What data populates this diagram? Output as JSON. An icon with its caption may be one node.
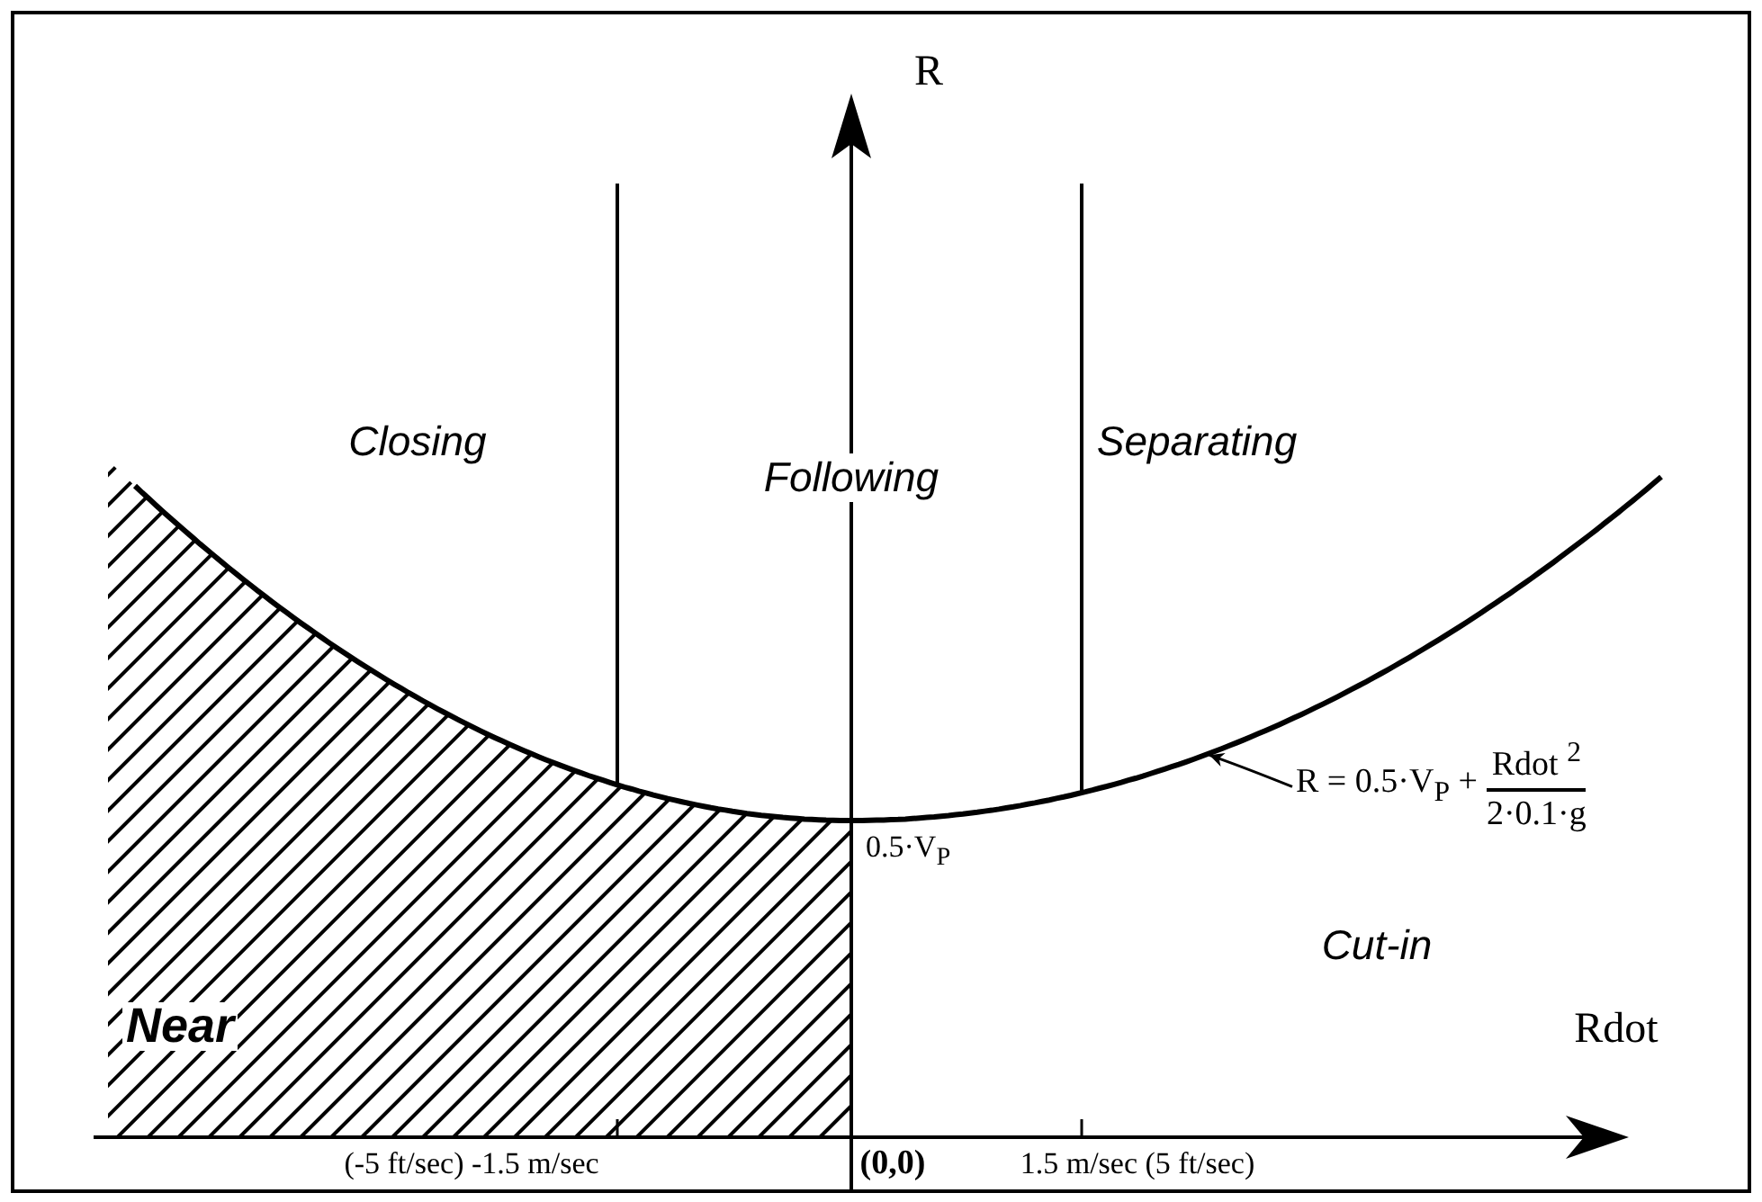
{
  "diagram": {
    "nodes": [
      {
        "text": [
          "R = 0.5·V$_{P}$ +",
          "Rdot $^{2}$",
          "2·0.1·g"
        ]
      },
      {
        "text": [],
        "shape": "line"
      }
    ],
    "edges": [
      {
        "from": 0,
        "to": 1,
        "arrow": "to"
      }
    ],
    "labels": [
      "R",
      "Closing",
      "Following",
      "Separating",
      "0.5·V$_{P}$",
      "Near",
      "Cut-in",
      "Rdot",
      "(-5 ft/sec) -1.5 m/sec",
      "(0,0)",
      "1.5 m/sec (5 ft/sec)"
    ]
  }
}
